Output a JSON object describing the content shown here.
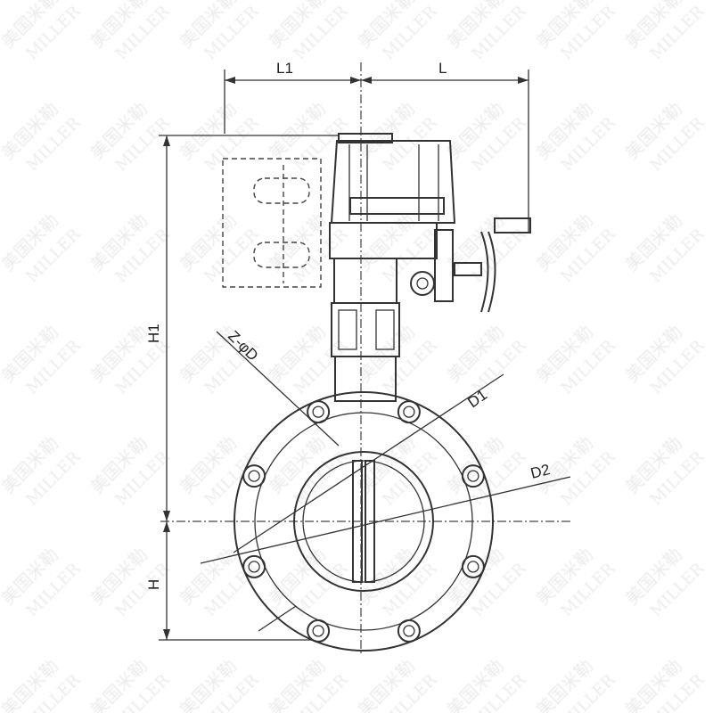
{
  "watermark": {
    "cn": "美国米勒",
    "en": "MILLER"
  },
  "dimensions": {
    "l1": "L1",
    "l": "L",
    "h1": "H1",
    "h": "H",
    "bolt_holes": "Z-φD",
    "d1": "D1",
    "d2": "D2"
  }
}
